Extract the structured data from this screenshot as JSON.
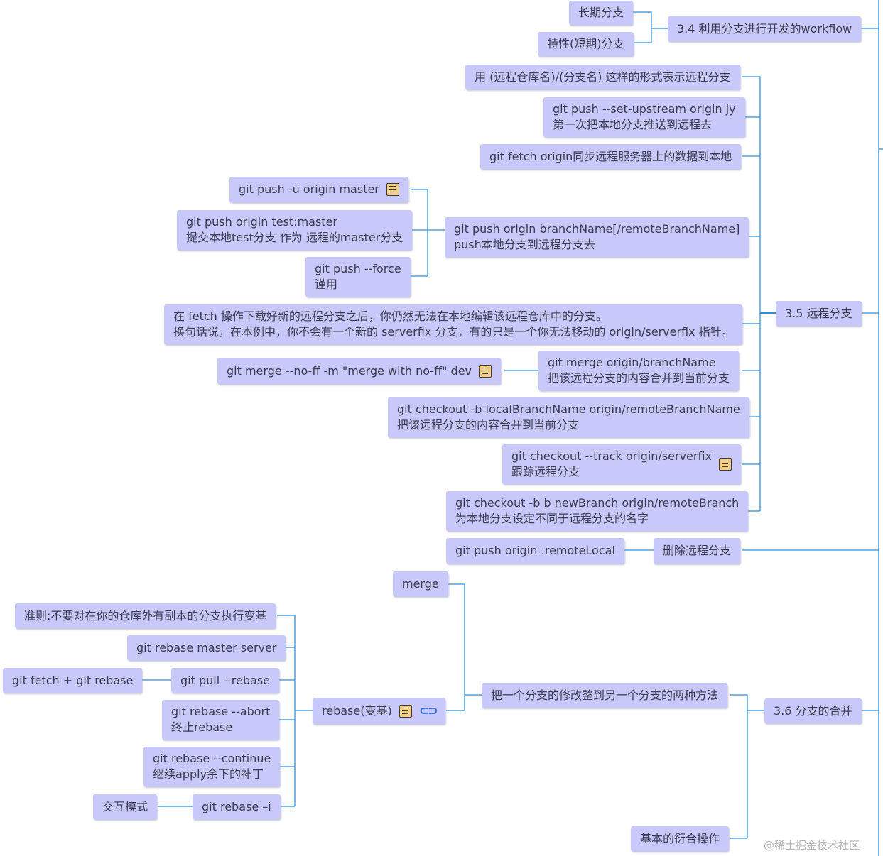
{
  "nodes": {
    "n34": "3.4 利用分支进行开发的workflow",
    "n34a": "长期分支",
    "n34b": "特性(短期)分支",
    "n35": "3.5 远程分支",
    "r1": "用 (远程仓库名)/(分支名) 这样的形式表示远程分支",
    "r2": [
      "git push --set-upstream origin jy",
      "第一次把本地分支推送到远程去"
    ],
    "r3": "git fetch origin同步远程服务器上的数据到本地",
    "r4": [
      "git push origin branchName[/remoteBranchName]",
      "push本地分支到远程分支去"
    ],
    "r4a": "git push -u origin master",
    "r4b": [
      "git push origin test:master",
      "提交本地test分支 作为 远程的master分支"
    ],
    "r4c": [
      "git push --force",
      "谨用"
    ],
    "r5": [
      "在 fetch 操作下载好新的远程分支之后，你仍然无法在本地编辑该远程仓库中的分支。",
      "换句话说，在本例中，你不会有一个新的 serverfix 分支，有的只是一个你无法移动的 origin/serverfix 指针。"
    ],
    "r6": [
      "git merge origin/branchName",
      "把该远程分支的内容合并到当前分支"
    ],
    "r6a": "git merge --no-ff -m \"merge with no-ff\" dev",
    "r7": [
      "git checkout -b localBranchName origin/remoteBranchName",
      "把该远程分支的内容合并到当前分支"
    ],
    "r8": [
      "git checkout --track origin/serverfix",
      "跟踪远程分支"
    ],
    "r9": [
      "git checkout -b b newBranch origin/remoteBranch",
      "为本地分支设定不同于远程分支的名字"
    ],
    "del": "删除远程分支",
    "dela": "git push origin :remoteLocal",
    "n36": "3.6 分支的合并",
    "m1": "把一个分支的修改整到另一个分支的两种方法",
    "m1a": "merge",
    "m1b": "rebase(变基)",
    "b1": "准则:不要对在你的仓库外有副本的分支执行变基",
    "b2": "git rebase master server",
    "b3": "git pull --rebase",
    "b3a": "git fetch + git rebase",
    "b4": [
      "git rebase --abort",
      "终止rebase"
    ],
    "b5": [
      "git rebase --continue",
      "继续apply余下的补丁"
    ],
    "b6": "git rebase –i",
    "b6a": "交互模式",
    "m2": "基本的衍合操作"
  },
  "icons": {
    "note": "note-icon",
    "link": "link-icon"
  },
  "colors": {
    "node_fill": "#c8c8fa",
    "connector": "#2f8fd8",
    "text": "#3b3b4e"
  },
  "watermark": "@稀土掘金技术社区"
}
